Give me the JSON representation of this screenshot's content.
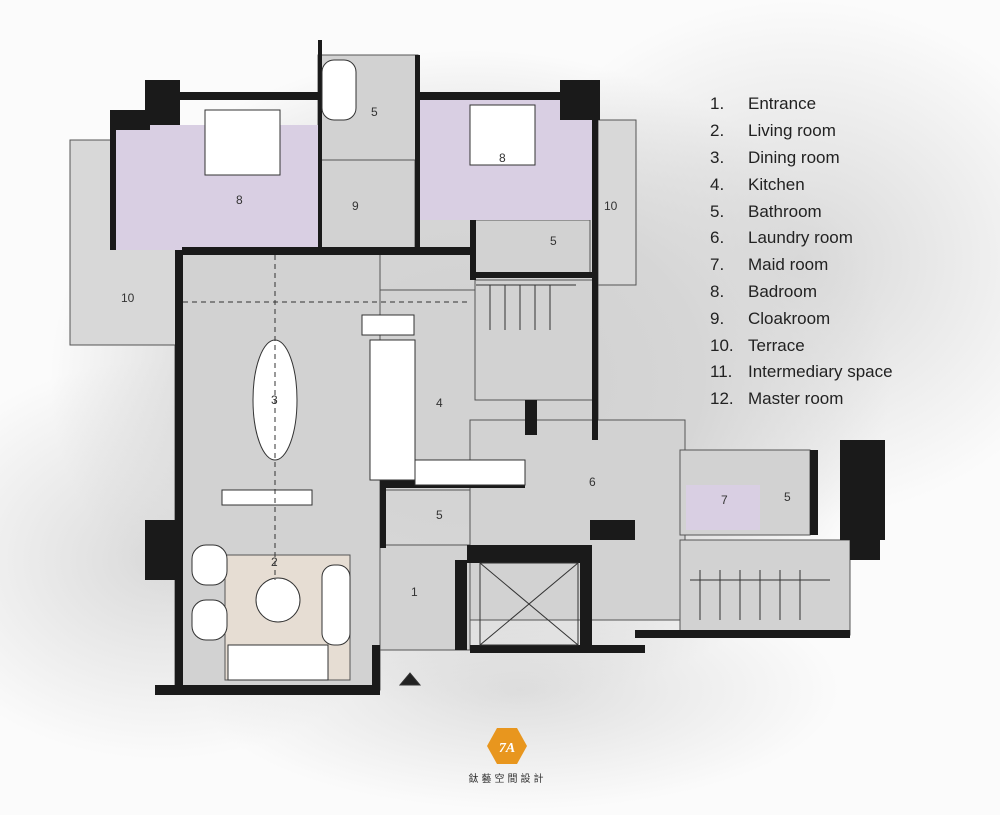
{
  "legend": [
    {
      "num": "1.",
      "label": "Entrance"
    },
    {
      "num": "2.",
      "label": "Living room"
    },
    {
      "num": "3.",
      "label": "Dining room"
    },
    {
      "num": "4.",
      "label": "Kitchen"
    },
    {
      "num": "5.",
      "label": "Bathroom"
    },
    {
      "num": "6.",
      "label": "Laundry room"
    },
    {
      "num": "7.",
      "label": "Maid room"
    },
    {
      "num": "8.",
      "label": "Badroom"
    },
    {
      "num": "9.",
      "label": "Cloakroom"
    },
    {
      "num": "10.",
      "label": "Terrace"
    },
    {
      "num": "11.",
      "label": "Intermediary space"
    },
    {
      "num": "12.",
      "label": "Master room"
    }
  ],
  "room_labels": {
    "bedroom_left": "8",
    "bath_top": "5",
    "bedroom_right": "8",
    "cloakroom": "9",
    "terrace_right": "10",
    "terrace_left": "10",
    "bath_right": "5",
    "dining": "3",
    "kitchen": "4",
    "laundry": "6",
    "maid": "7",
    "bath_maid": "5",
    "living": "2",
    "bath_mid": "5",
    "entrance": "1"
  },
  "logo": {
    "mark": "7A",
    "name": "鈦藝空間設計"
  },
  "colors": {
    "bedroom": "#d9cfe3",
    "living_rug": "#e6ddd3",
    "floor": "#cfcfcf",
    "wall": "#1a1a1a",
    "logo": "#e8961e"
  }
}
